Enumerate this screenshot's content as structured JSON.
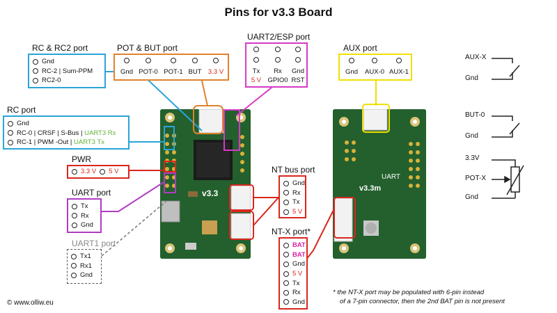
{
  "title": "Pins for v3.3 Board",
  "copyright": "© www.olliw.eu",
  "note_lines": [
    "* the NT-X port may be populated with 6-pin instead",
    "of a 7-pin connector, then the 2nd BAT pin is not present"
  ],
  "colors": {
    "blue": "#2aa4d8",
    "orange": "#e0822c",
    "magenta": "#d63ac8",
    "yellow": "#f0e000",
    "red": "#d9261c",
    "purple": "#b03cc4",
    "gray": "#777777",
    "pcb": "#1f5a2a"
  },
  "ports": {
    "rc2": {
      "title": "RC & RC2 port",
      "pins": [
        "Gnd",
        "RC-2 | Sum-PPM",
        "RC2-0"
      ]
    },
    "pot": {
      "title": "POT & BUT port",
      "pins": [
        "Gnd",
        "POT-0",
        "POT-1",
        "BUT",
        "3.3 V"
      ]
    },
    "uart2": {
      "title": "UART2/ESP port",
      "top": [
        "Tx",
        "Rx",
        "Gnd"
      ],
      "bottom": [
        "5 V",
        "GPIO0",
        "RST"
      ]
    },
    "aux": {
      "title": "AUX port",
      "pins": [
        "Gnd",
        "AUX-0",
        "AUX-1"
      ]
    },
    "rc": {
      "title": "RC port",
      "pins": [
        {
          "name": "Gnd"
        },
        {
          "name": "RC-0 | CRSF | S-Bus |",
          "alt": "UART3 Rx"
        },
        {
          "name": "RC-1 | PWM -Out |",
          "alt": "UART3 Tx"
        }
      ]
    },
    "pwr": {
      "title": "PWR",
      "pins": [
        "3.3 V",
        "5 V"
      ]
    },
    "uart": {
      "title": "UART port",
      "pins": [
        "Tx",
        "Rx",
        "Gnd"
      ]
    },
    "uart1": {
      "title": "UART1 port",
      "pins": [
        "Tx1",
        "Rx1",
        "Gnd"
      ]
    },
    "ntbus": {
      "title": "NT bus port",
      "pins": [
        "Gnd",
        "Rx",
        "Tx",
        "5 V"
      ]
    },
    "ntx": {
      "title": "NT-X port*",
      "pins": [
        "BAT",
        "BAT",
        "Gnd",
        "5 V",
        "Tx",
        "Rx",
        "Gnd"
      ]
    }
  },
  "schematics": {
    "aux_switch": [
      "AUX-X",
      "Gnd"
    ],
    "but_switch": [
      "BUT-0",
      "Gnd"
    ],
    "pot": [
      "3.3V",
      "POT-X",
      "Gnd"
    ]
  },
  "board_marks": {
    "front": "v3.3",
    "back": "v3.3m",
    "uart": "UART"
  }
}
